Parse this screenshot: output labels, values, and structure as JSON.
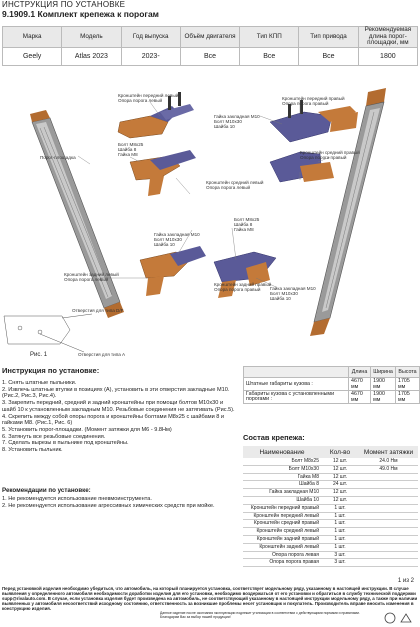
{
  "header": {
    "line1": "ИНСТРУКЦИЯ ПО УСТАНОВКЕ",
    "line2": "9.1909.1 Комплект крепежа к порогам"
  },
  "spec_table": {
    "columns": [
      "Марка",
      "Модель",
      "Год выпуска",
      "Объём двигателя",
      "Тип КПП",
      "Тип привода",
      "Рекомендуемая длина порог-площадки, мм"
    ],
    "row": [
      "Geely",
      "Atlas 2023",
      "2023-",
      "Все",
      "Все",
      "Все",
      "1800"
    ]
  },
  "diagram": {
    "labels": {
      "l_front_left": "Кронштейн передний левый\nОпора порога левый",
      "l_front_right": "Кронштейн передний правый\nОпора порога правый",
      "l_nut_top": "Гайка закладная М10\nБолт М10х30\nШайба 10",
      "l_bolt_top": "Болт М8х25\nШайба 8\nГайка М8",
      "l_platform": "Порог-площадка",
      "l_mid_right": "Кронштейн средний правый\nОпора порога правый",
      "l_mid_left": "Кронштейн средний левый\nОпора порога левый",
      "l_nut_mid": "Гайка закладная М10\nБолт М10х30\nШайба 10",
      "l_bolt_mid": "Болт М8х25\nШайба 8\nГайка М8",
      "l_rear_left": "Кронштейн задний левый\nОпора порога левый",
      "l_rear_right": "Кронштейн задний правый\nОпора порога правый",
      "l_nut_bottom": "Гайка закладная М10\nБолт М10х30\nШайба 10",
      "l_hole_df": "Отверстия для типа D/F",
      "l_hole_a": "Отверстия для типа A"
    },
    "fig_caption": "Рис. 1"
  },
  "instructions": {
    "title": "Инструкция по установке:",
    "steps": [
      "1. Снять штатные пыльники.",
      "2. Извлечь штатные втулки в позициях (А), установить в эти отверстия закладные М10. (Рис.2, Рис.3, Рис.4).",
      "3. Закрепить передний, средний и задний кронштейны при помощи болтов М10х30 и шайб 10 к установленным закладным М10. Резьбовые соединения не затягивать (Рис.5).",
      "4. Скрепить между собой опоры порога и кронштейны болтами М8х25 с шайбами 8 и гайками М8. (Рис.1, Рис. 6)",
      "5. Установить порог-площадки. (Момент затяжки для М6 - 9.8Нм)",
      "6. Затянуть все резьбовые соединения.",
      "7. Сделать вырезы в пыльнике под кронштейны.",
      "8. Установить пыльник."
    ]
  },
  "recommendations": {
    "title": "Рекомендации по установке:",
    "items": [
      "1. Не рекомендуется использование пневмоинструмента.",
      "2. Не рекомендуется использование агрессивных химических средств при мойке."
    ]
  },
  "dims_table": {
    "headers": [
      "",
      "Длина",
      "Ширина",
      "Высота"
    ],
    "rows": [
      [
        "Штатные габариты кузова :",
        "4670 мм",
        "1900 мм",
        "1705 мм"
      ],
      [
        "Габариты кузова с установленными порогами :",
        "4670 мм",
        "1900 мм",
        "1705 мм"
      ]
    ]
  },
  "composition": {
    "title": "Состав крепежа:",
    "headers": [
      "Наименование",
      "Кол-во",
      "Момент затяжки"
    ],
    "rows": [
      [
        "Болт М8х25",
        "12 шт.",
        "24.0 Нм"
      ],
      [
        "Болт М10х30",
        "12 шт.",
        "49.0 Нм"
      ],
      [
        "Гайка М8",
        "12 шт.",
        ""
      ],
      [
        "Шайба 8",
        "24 шт.",
        ""
      ],
      [
        "Гайка закладная М10",
        "12 шт.",
        ""
      ],
      [
        "Шайба 10",
        "12 шт.",
        ""
      ],
      [
        "Кронштейн передний правый",
        "1 шт.",
        ""
      ],
      [
        "Кронштейн передний левый",
        "1 шт.",
        ""
      ],
      [
        "Кронштейн средний правый",
        "1 шт.",
        ""
      ],
      [
        "Кронштейн средний левый",
        "1 шт.",
        ""
      ],
      [
        "Кронштейн задний правый",
        "1 шт.",
        ""
      ],
      [
        "Кронштейн задний левый",
        "1 шт.",
        ""
      ],
      [
        "Опора порога левая",
        "3 шт.",
        ""
      ],
      [
        "Опора порога правая",
        "3 шт.",
        ""
      ]
    ]
  },
  "footer": {
    "page": "1 из 2",
    "notice": "Перед установкой изделия необходимо убедиться, что автомобиль, на который планируется установка, соответствует модельному ряду, указанному в настоящей инструкции. В случае выявления у определенного автомобиля необходимости доработки изделия для его установки, необходимо воздержаться от его установки и обратиться в службу технической поддержки supp@rivalauto.com. В случае, если установка изделия будет произведена на автомобиль, не соответствующий указанному в настоящей инструкции модельному ряду, а также при наличии выявленных у автомобиля несоответствий исходному состоянию, ответственность за возникшие проблемы несет установщик и покупатель. Производитель вправе вносить изменения в конструкцию изделия.",
    "small": "Данное изделие после окончания эксплуатации подлежит утилизации в соответствии с действующими нормами и правилами. Благодарим Вас за выбор нашей продукции!"
  },
  "colors": {
    "bracket": "#c47a3a",
    "support": "#5a5a98",
    "platform": "#8e8e8e",
    "header_bg": "#e9e9e9"
  }
}
